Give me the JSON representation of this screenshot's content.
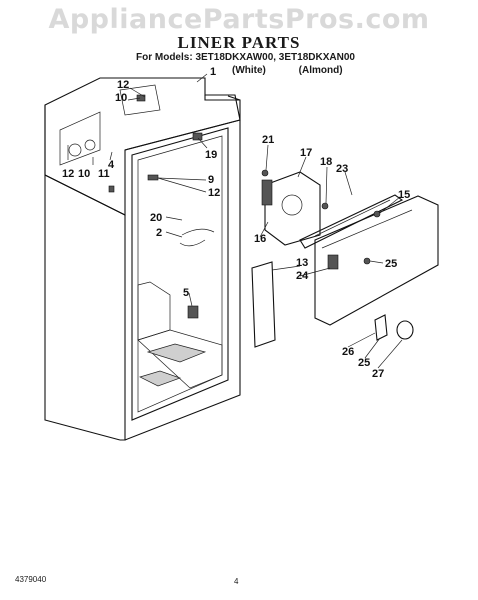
{
  "watermark": "AppliancePartsPros.com",
  "title": "LINER PARTS",
  "models_line": "For Models: 3ET18DKXAW00, 3ET18DKXAN00",
  "variants": [
    "(White)",
    "(Almond)"
  ],
  "footer_left": "4379040",
  "footer_page": "4",
  "callouts": [
    "1",
    "12",
    "10",
    "19",
    "12",
    "10",
    "11",
    "4",
    "9",
    "12",
    "20",
    "2",
    "5",
    "21",
    "17",
    "18",
    "23",
    "15",
    "16",
    "13",
    "24",
    "25",
    "26",
    "25",
    "27"
  ]
}
